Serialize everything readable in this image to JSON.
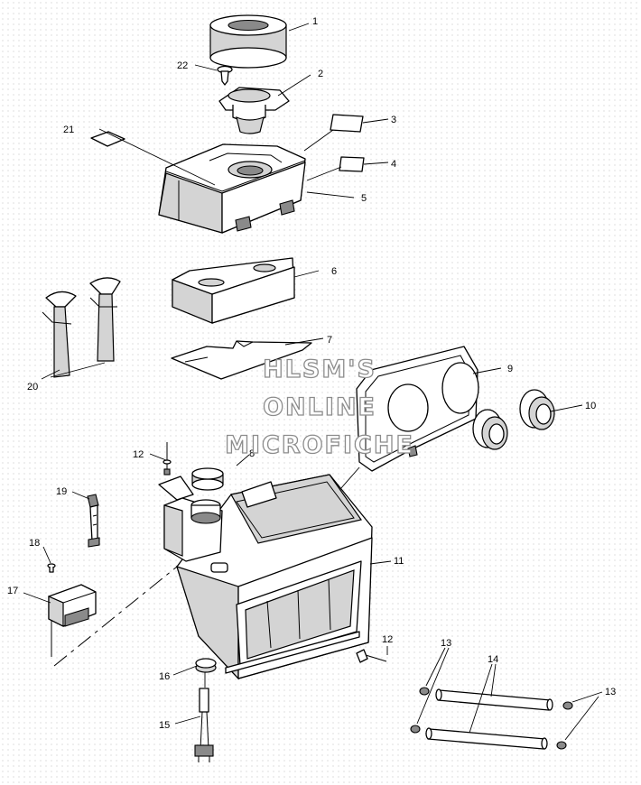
{
  "diagram": {
    "type": "exploded-parts-diagram",
    "callouts": [
      "1",
      "2",
      "3",
      "4",
      "5",
      "6",
      "7",
      "8",
      "9",
      "10",
      "11",
      "12",
      "12",
      "13",
      "13",
      "14",
      "15",
      "16",
      "17",
      "18",
      "19",
      "20",
      "21",
      "22"
    ]
  },
  "watermark": {
    "line1": "HLSM'S",
    "line2": "ONLINE",
    "line3": "MICROFICHE"
  }
}
